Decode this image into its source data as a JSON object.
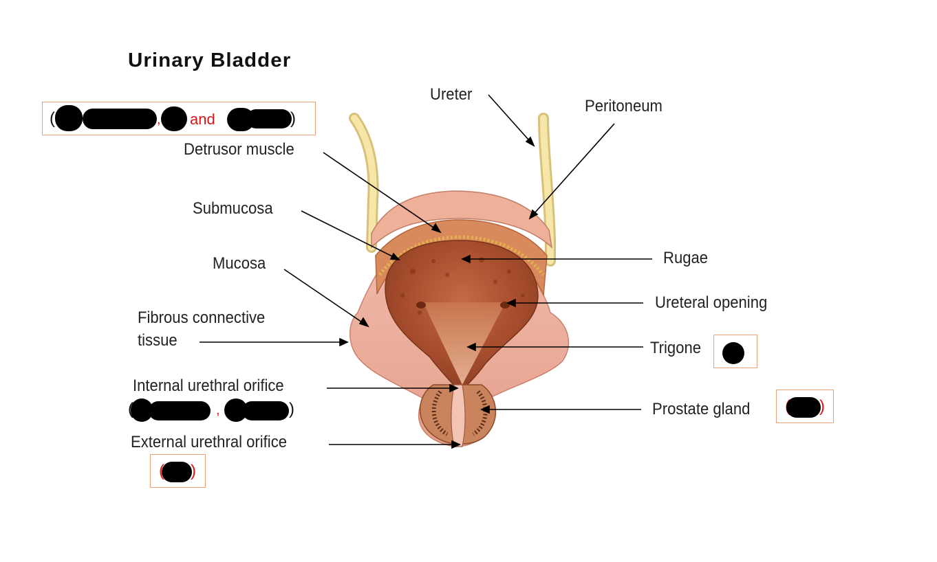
{
  "title": "Urinary Bladder",
  "labels": {
    "ureter": "Ureter",
    "peritoneum": "Peritoneum",
    "detrusor": "Detrusor muscle",
    "submucosa": "Submucosa",
    "mucosa": "Mucosa",
    "fibrous_line1": "Fibrous connective",
    "fibrous_line2": "tissue",
    "internal_orifice": "Internal urethral orifice",
    "external_orifice": "External urethral orifice",
    "rugae": "Rugae",
    "ureteral_opening": "Ureteral opening",
    "trigone": "Trigone",
    "prostate": "Prostate gland"
  },
  "annotations": {
    "top_box_open": "(",
    "top_box_comma": ",",
    "top_box_and": "and",
    "top_box_close": ")",
    "internal_open": "(",
    "internal_comma": ",",
    "internal_close": ")",
    "prostate_open": "(",
    "prostate_close": ")",
    "external_open": "(",
    "external_close": ")"
  },
  "colors": {
    "annotation_red": "#d8161b",
    "box_border": "#e8a07a",
    "redaction": "#000000"
  }
}
